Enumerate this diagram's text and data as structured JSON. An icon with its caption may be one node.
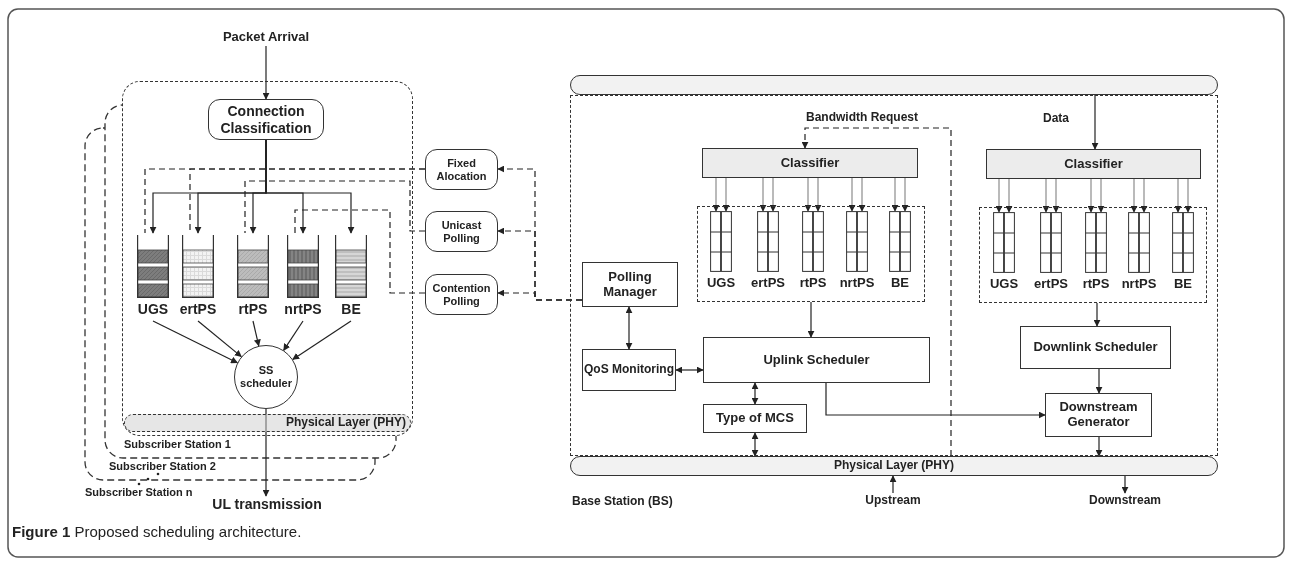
{
  "diagram": {
    "caption": "**Figure 1** Proposed scheduling architecture.",
    "nodes": [
      {
        "text": [
          "Packet Arrival"
        ]
      },
      {
        "text": [
          "Subscriber Station 1"
        ]
      },
      {
        "text": [
          "Connection Classification"
        ],
        "in": 1
      },
      {
        "text": [
          "UGS"
        ],
        "in": 1
      },
      {
        "text": [
          "ertPS"
        ],
        "in": 1
      },
      {
        "text": [
          "rtPS"
        ],
        "in": 1
      },
      {
        "text": [
          "nrtPS"
        ],
        "in": 1
      },
      {
        "text": [
          "BE"
        ],
        "in": 1
      },
      {
        "text": [
          "SS scheduler"
        ],
        "in": 1
      },
      {
        "text": [
          "Physical Layer (PHY)"
        ],
        "in": 1
      },
      {
        "text": [
          "UL transmission"
        ]
      },
      {
        "text": [
          "Fixed Alocation"
        ]
      },
      {
        "text": [
          "Unicast Polling"
        ]
      },
      {
        "text": [
          "Contention Polling"
        ]
      },
      {
        "text": [],
        "shape": "box"
      },
      {
        "text": [],
        "shape": "bar"
      },
      {
        "text": [
          "Classifier"
        ],
        "in": 14
      },
      {
        "text": [],
        "shape": "box",
        "in": 14
      },
      {
        "text": [
          "UGS"
        ],
        "in": 17
      },
      {
        "text": [
          "ertPS"
        ],
        "in": 17
      },
      {
        "text": [
          "rtPS"
        ],
        "in": 17
      },
      {
        "text": [
          "nrtPS"
        ],
        "in": 17
      },
      {
        "text": [
          "BE"
        ],
        "in": 17
      },
      {
        "text": [
          "Classifier"
        ],
        "in": 14
      },
      {
        "text": [],
        "shape": "box",
        "in": 14
      },
      {
        "text": [
          "UGS"
        ],
        "in": 24
      },
      {
        "text": [
          "ertPS"
        ],
        "in": 24
      },
      {
        "text": [
          "rtPS"
        ],
        "in": 24
      },
      {
        "text": [
          "nrtPS"
        ],
        "in": 24
      },
      {
        "text": [
          "BE"
        ],
        "in": 24
      },
      {
        "text": [
          "Polling Manager"
        ],
        "in": 14
      },
      {
        "text": [
          "QoS Monitoring"
        ],
        "in": 14
      },
      {
        "text": [
          "Uplink Scheduler"
        ],
        "in": 14
      },
      {
        "text": [
          "Type of MCS"
        ],
        "in": 14
      },
      {
        "text": [
          "Downlink Scheduler"
        ],
        "in": 14
      },
      {
        "text": [
          "Downstream Generator"
        ],
        "in": 14
      },
      {
        "text": [
          "Physical Layer (PHY)"
        ]
      },
      {
        "text": [
          "Upstream"
        ]
      },
      {
        "text": [
          "Downstream"
        ]
      }
    ],
    "edges": [
      {
        "from": 0,
        "to": 2,
        "arrow": "to"
      },
      {
        "from": 2,
        "to": 3,
        "arrow": "to"
      },
      {
        "from": 2,
        "to": 4,
        "arrow": "to"
      },
      {
        "from": 2,
        "to": 5,
        "arrow": "to"
      },
      {
        "from": 2,
        "to": 6,
        "arrow": "to"
      },
      {
        "from": 2,
        "to": 7,
        "arrow": "to"
      },
      {
        "from": 3,
        "to": 8,
        "arrow": "to"
      },
      {
        "from": 4,
        "to": 8,
        "arrow": "to"
      },
      {
        "from": 5,
        "to": 8,
        "arrow": "to"
      },
      {
        "from": 6,
        "to": 8,
        "arrow": "to"
      },
      {
        "from": 7,
        "to": 8,
        "arrow": "to"
      },
      {
        "from": 8,
        "to": 10,
        "arrow": "to"
      },
      {
        "from": 11,
        "to": 3,
        "arrow": "none",
        "style": "dashed"
      },
      {
        "from": 11,
        "to": 4,
        "arrow": "none",
        "style": "dashed"
      },
      {
        "from": 12,
        "to": 5,
        "arrow": "none",
        "style": "dashed"
      },
      {
        "from": 13,
        "to": 6,
        "arrow": "none",
        "style": "dashed"
      },
      {
        "from": 30,
        "to": 11,
        "arrow": "to",
        "style": "dashed"
      },
      {
        "from": 30,
        "to": 12,
        "arrow": "to",
        "style": "dashed"
      },
      {
        "from": 30,
        "to": 13,
        "arrow": "to",
        "style": "dashed"
      },
      {
        "from": 30,
        "to": 31,
        "arrow": "both"
      },
      {
        "from": 31,
        "to": 32,
        "arrow": "both"
      },
      {
        "from": 17,
        "to": 32,
        "arrow": "to"
      },
      {
        "from": 32,
        "to": 33,
        "arrow": "both"
      },
      {
        "from": 33,
        "to": 36,
        "arrow": "both"
      },
      {
        "from": 32,
        "to": 35,
        "arrow": "to"
      },
      {
        "from": 24,
        "to": 34,
        "arrow": "to"
      },
      {
        "from": 34,
        "to": 35,
        "arrow": "to"
      },
      {
        "from": 35,
        "to": 36,
        "arrow": "to"
      },
      {
        "from": 15,
        "to": 23,
        "arrow": "to",
        "label": "Data"
      },
      {
        "from": 36,
        "to": 16,
        "arrow": "to",
        "style": "dashed",
        "label": "Bandwidth Request"
      },
      {
        "from": 16,
        "to": 18,
        "arrow": "to",
        "color": "#8c8c8c"
      },
      {
        "from": 16,
        "to": 18,
        "arrow": "to",
        "color": "#8c8c8c"
      },
      {
        "from": 16,
        "to": 19,
        "arrow": "to",
        "color": "#8c8c8c"
      },
      {
        "from": 16,
        "to": 19,
        "arrow": "to",
        "color": "#8c8c8c"
      },
      {
        "from": 16,
        "to": 20,
        "arrow": "to",
        "color": "#8c8c8c"
      },
      {
        "from": 16,
        "to": 20,
        "arrow": "to",
        "color": "#8c8c8c"
      },
      {
        "from": 16,
        "to": 21,
        "arrow": "to",
        "color": "#8c8c8c"
      },
      {
        "from": 16,
        "to": 21,
        "arrow": "to",
        "color": "#8c8c8c"
      },
      {
        "from": 16,
        "to": 22,
        "arrow": "to",
        "color": "#8c8c8c"
      },
      {
        "from": 16,
        "to": 22,
        "arrow": "to",
        "color": "#8c8c8c"
      },
      {
        "from": 23,
        "to": 25,
        "arrow": "to",
        "color": "#8c8c8c"
      },
      {
        "from": 23,
        "to": 25,
        "arrow": "to",
        "color": "#8c8c8c"
      },
      {
        "from": 23,
        "to": 26,
        "arrow": "to",
        "color": "#8c8c8c"
      },
      {
        "from": 23,
        "to": 26,
        "arrow": "to",
        "color": "#8c8c8c"
      },
      {
        "from": 23,
        "to": 27,
        "arrow": "to",
        "color": "#8c8c8c"
      },
      {
        "from": 23,
        "to": 27,
        "arrow": "to",
        "color": "#8c8c8c"
      },
      {
        "from": 23,
        "to": 28,
        "arrow": "to",
        "color": "#8c8c8c"
      },
      {
        "from": 23,
        "to": 28,
        "arrow": "to",
        "color": "#8c8c8c"
      },
      {
        "from": 23,
        "to": 29,
        "arrow": "to",
        "color": "#8c8c8c"
      },
      {
        "from": 23,
        "to": 29,
        "arrow": "to",
        "color": "#8c8c8c"
      },
      {
        "from": 37,
        "to": 36,
        "arrow": "to"
      },
      {
        "from": 36,
        "to": 38,
        "arrow": "to"
      }
    ],
    "labels": [
      "Subscriber Station 2",
      "Subscriber Station n",
      "Base Station (BS)"
    ]
  }
}
